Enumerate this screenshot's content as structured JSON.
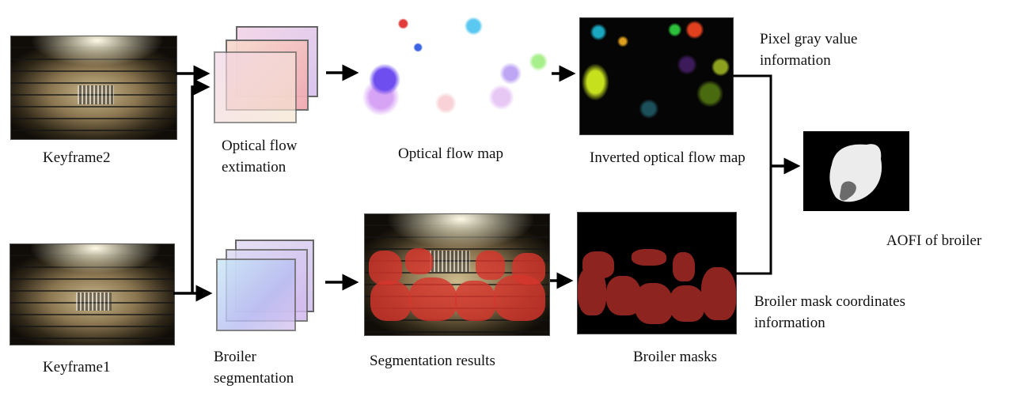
{
  "inputs": {
    "keyframe2_label": "Keyframe2",
    "keyframe1_label": "Keyframe1"
  },
  "modules": {
    "optical_flow": {
      "line1": "Optical flow",
      "line2": "extimation"
    },
    "segmentation": {
      "line1": "Broiler",
      "line2": "segmentation"
    }
  },
  "outputs": {
    "optical_flow_map": "Optical flow map",
    "inverted_optical_flow_map": "Inverted optical flow map",
    "segmentation_results": "Segmentation results",
    "broiler_masks": "Broiler masks",
    "aofi": "AOFI  of broiler"
  },
  "annotations": {
    "pixel_gray": {
      "line1": "Pixel gray value",
      "line2": "information"
    },
    "mask_coords": {
      "line1": "Broiler mask coordinates",
      "line2": "information"
    }
  },
  "colors": {
    "mask": "#8e2420",
    "arrow": "#000000"
  }
}
